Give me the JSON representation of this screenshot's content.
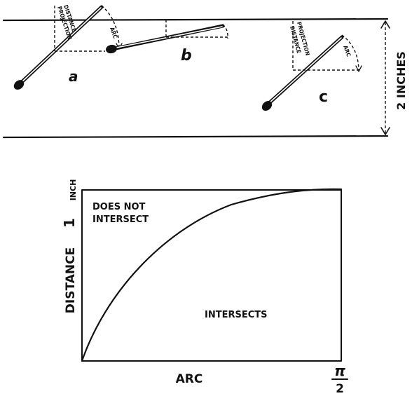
{
  "top_diagram": {
    "match_labels": [
      "a",
      "b",
      "c"
    ],
    "annotations": {
      "projection_a": "PROJECTION",
      "distance_a": "DISTANCE",
      "arc_a": "ARC",
      "projection_c": "PROJECTION",
      "distance_c": "DISTANCE",
      "arc_c": "ARC"
    },
    "spacing_label": "2 INCHES"
  },
  "graph": {
    "y_axis_label": "DISTANCE",
    "x_axis_label": "ARC",
    "y_tick_value": "1",
    "y_tick_unit": "INCH",
    "x_end_numerator": "π",
    "x_end_denominator": "2",
    "region_above_line1": "DOES NOT",
    "region_above_line2": "INTERSECT",
    "region_below": "INTERSECTS"
  }
}
